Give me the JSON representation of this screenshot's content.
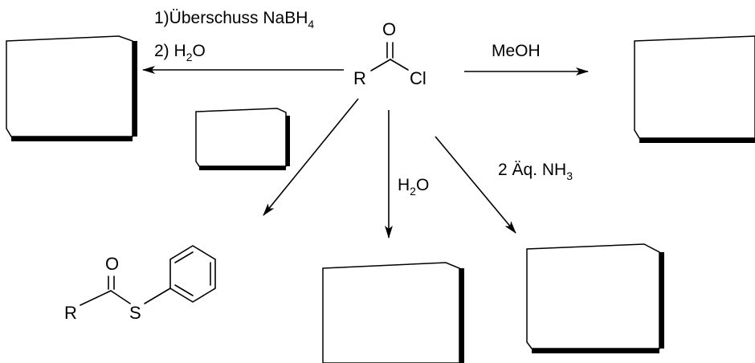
{
  "reagents": {
    "reduction": {
      "step1": "1)Überschuss NaBH",
      "step1_sub": "4",
      "step2": "2) H",
      "step2_sub": "2",
      "step2_tail": "O"
    },
    "methanol": "MeOH",
    "water": {
      "main": "H",
      "sub": "2",
      "tail": "O"
    },
    "ammonia": {
      "main": "2 Äq. NH",
      "sub": "3"
    }
  },
  "acid_chloride": {
    "r": "R",
    "o": "O",
    "cl": "Cl"
  },
  "thioester": {
    "r": "R",
    "o": "O",
    "s": "S"
  },
  "boxes": [
    "answer-box-reduction-product",
    "answer-box-reagent",
    "answer-box-ester",
    "answer-box-acid",
    "answer-box-amide"
  ]
}
